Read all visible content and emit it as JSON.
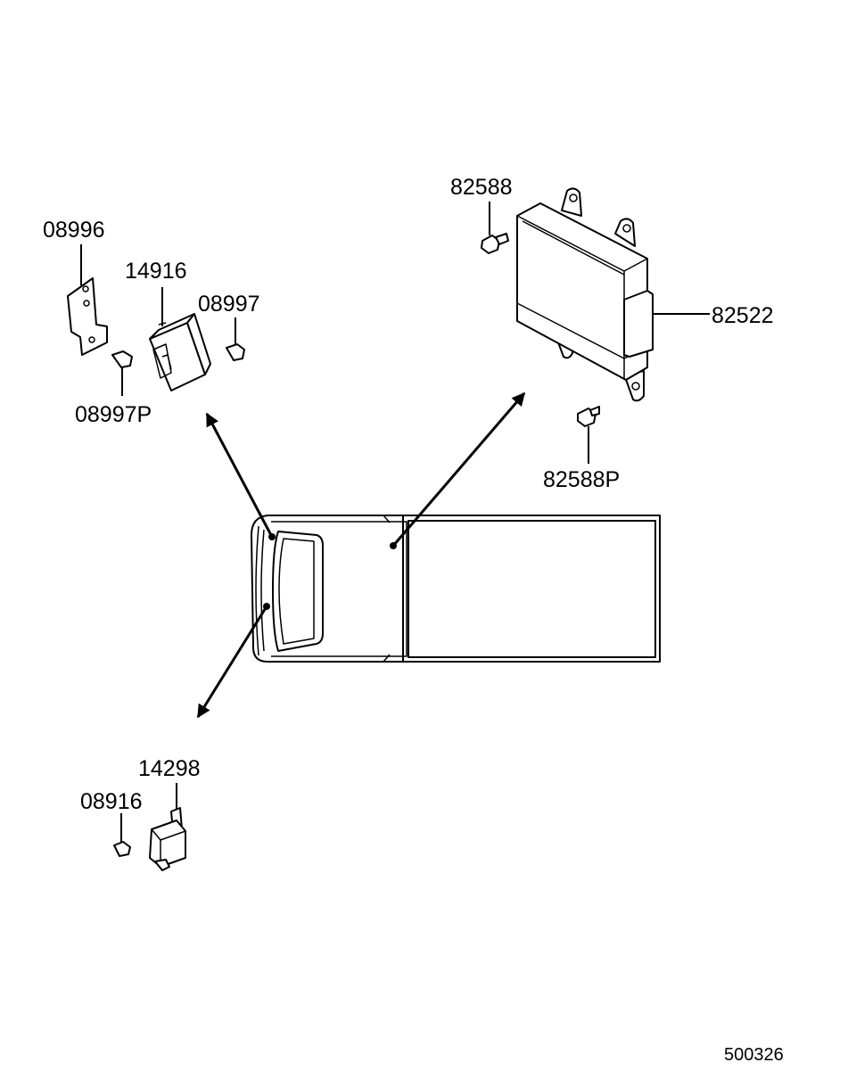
{
  "diagram": {
    "labels": {
      "p08996": "08996",
      "p14916": "14916",
      "p08997": "08997",
      "p08997P": "08997P",
      "p82588": "82588",
      "p82522": "82522",
      "p82588P": "82588P",
      "p14298": "14298",
      "p08916": "08916"
    },
    "figure_code": "500326"
  }
}
